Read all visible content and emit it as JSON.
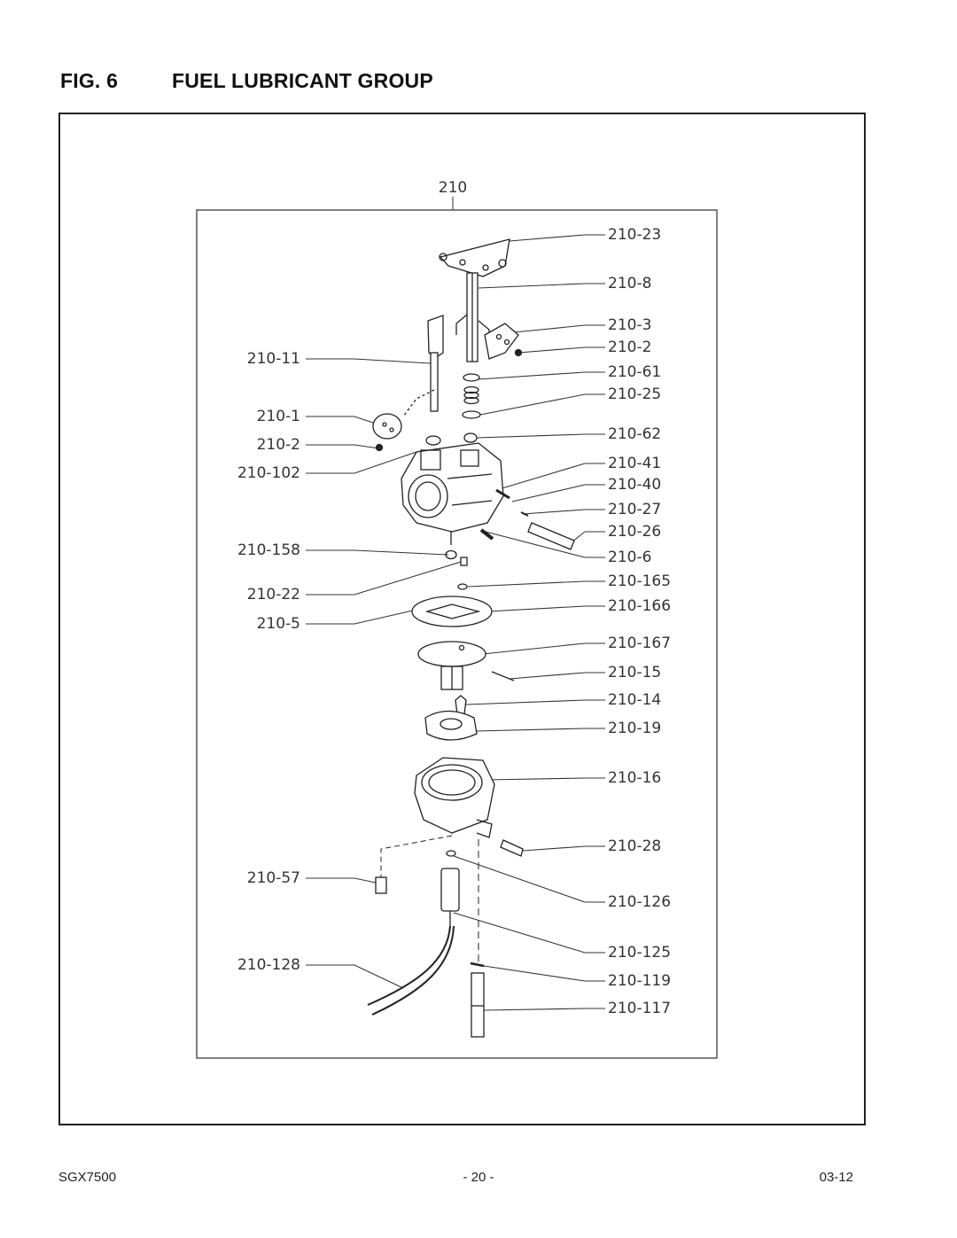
{
  "heading": {
    "fig": "FIG. 6",
    "title": "FUEL LUBRICANT GROUP"
  },
  "assembly": {
    "number": "210"
  },
  "callouts": {
    "right": [
      "210-23",
      "210-8",
      "210-3",
      "210-2",
      "210-61",
      "210-25",
      "210-62",
      "210-41",
      "210-40",
      "210-27",
      "210-26",
      "210-6",
      "210-165",
      "210-166",
      "210-167",
      "210-15",
      "210-14",
      "210-19",
      "210-16",
      "210-28",
      "210-126",
      "210-125",
      "210-119",
      "210-117"
    ],
    "left": [
      "210-11",
      "210-1",
      "210-2",
      "210-102",
      "210-158",
      "210-22",
      "210-5",
      "210-57",
      "210-128"
    ]
  },
  "footer": {
    "model": "SGX7500",
    "page": "- 20 -",
    "date": "03-12"
  }
}
